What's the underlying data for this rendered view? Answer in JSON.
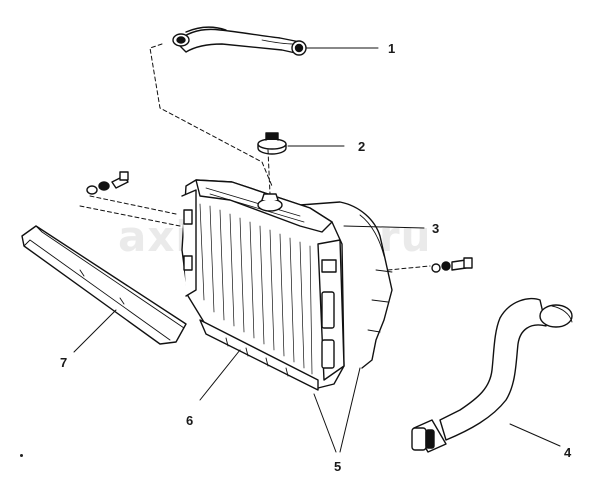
{
  "diagram": {
    "watermark": "axiomotor.ru",
    "callouts": [
      {
        "id": "1",
        "label": "1"
      },
      {
        "id": "2",
        "label": "2"
      },
      {
        "id": "3",
        "label": "3"
      },
      {
        "id": "4",
        "label": "4"
      },
      {
        "id": "5",
        "label": "5"
      },
      {
        "id": "6",
        "label": "6"
      },
      {
        "id": "7",
        "label": "7"
      }
    ],
    "parts": [
      {
        "id": "1",
        "icon": "upper-radiator-hose-icon"
      },
      {
        "id": "2",
        "icon": "radiator-cap-icon"
      },
      {
        "id": "3",
        "icon": "radiator-assembly-icon"
      },
      {
        "id": "4",
        "icon": "lower-radiator-hose-icon"
      },
      {
        "id": "5",
        "icon": "side-bracket-icon"
      },
      {
        "id": "6",
        "icon": "lower-seal-icon"
      },
      {
        "id": "7",
        "icon": "air-deflector-icon"
      }
    ]
  }
}
